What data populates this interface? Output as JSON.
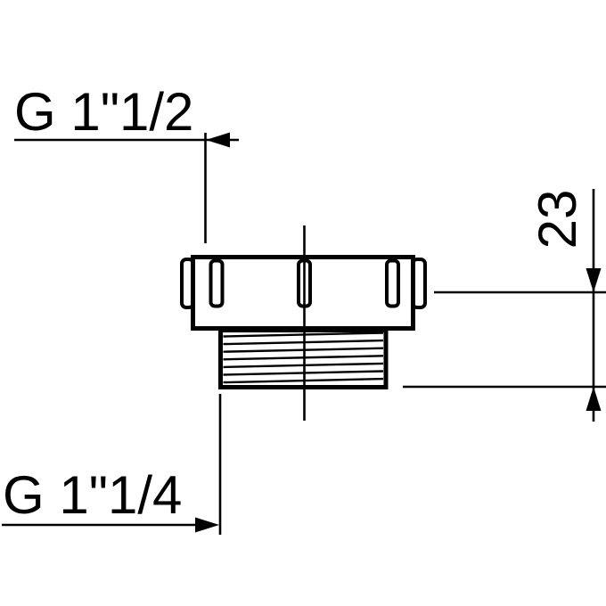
{
  "diagram": {
    "background_color": "#ffffff",
    "line_color": "#000000",
    "labels": {
      "top_thread": "G 1\"1/2",
      "bottom_thread": "G 1\"1/4",
      "height_dim": "23"
    }
  }
}
